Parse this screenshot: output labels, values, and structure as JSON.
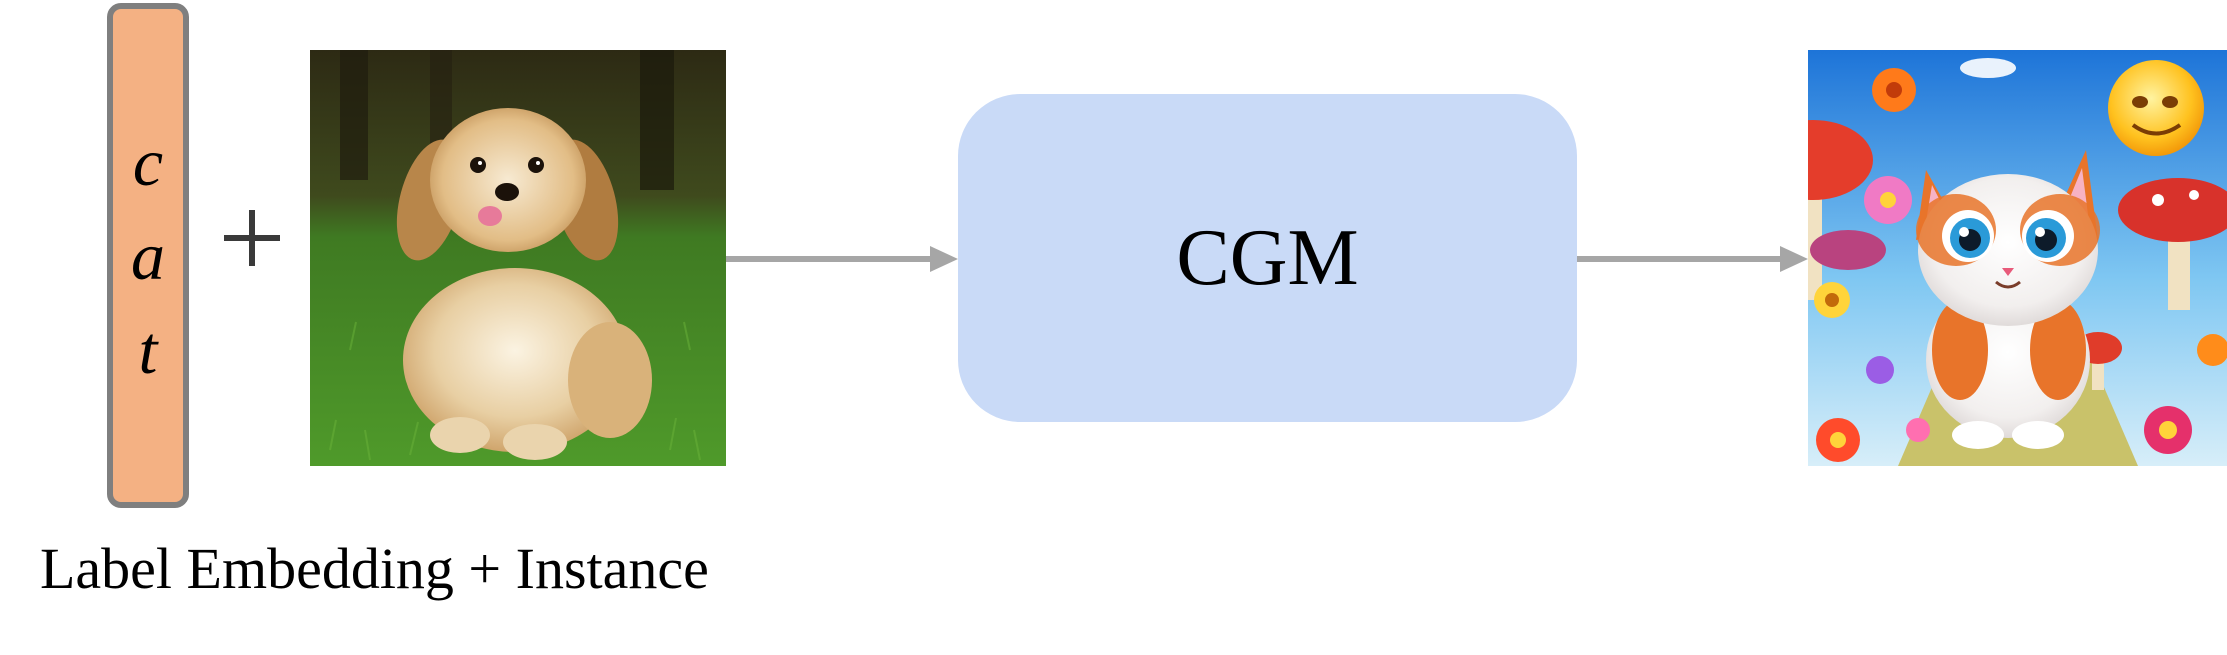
{
  "label_embedding": {
    "letters": [
      "c",
      "a",
      "t"
    ],
    "fill_color": "#f4b183",
    "border_color": "#7f7f7f"
  },
  "operator": {
    "symbol": "+",
    "icon": "plus-icon"
  },
  "input_image": {
    "subject": "dog-photo"
  },
  "model": {
    "label": "CGM",
    "fill_color": "#c9daf7"
  },
  "output_image": {
    "subject": "cartoon-cat-image"
  },
  "arrow_color": "#a6a6a6",
  "caption": "Label Embedding + Instance"
}
